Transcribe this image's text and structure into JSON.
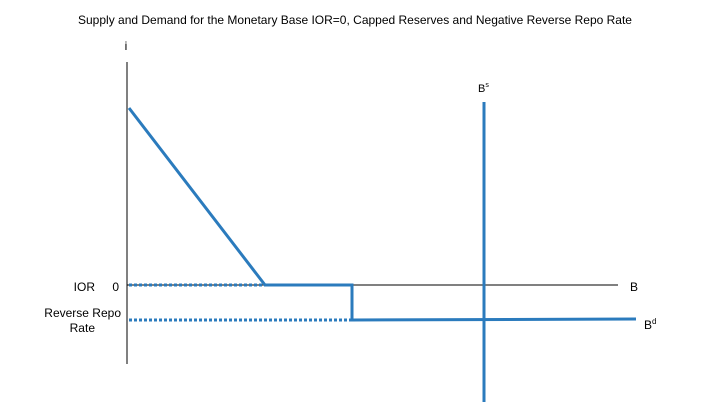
{
  "title": "Supply and Demand for the Monetary Base IOR=0, Capped Reserves and  Negative Reverse Repo Rate",
  "y_axis_label": "i",
  "x_axis_label": "B",
  "supply_label": {
    "base": "B",
    "sup": "s"
  },
  "demand_label": {
    "base": "B",
    "sup": "d"
  },
  "ior_label": "IOR",
  "zero_label": "0",
  "reverse_repo_label_line1": "Reverse Repo",
  "reverse_repo_label_line2": "Rate",
  "colors": {
    "curve": "#2b7bbd",
    "axis": "#000000"
  }
}
